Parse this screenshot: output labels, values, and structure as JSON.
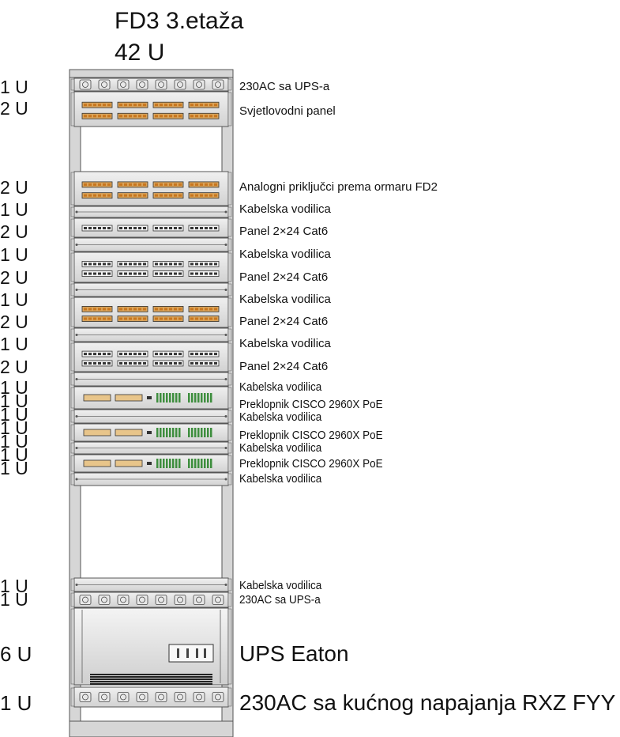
{
  "header": {
    "title": "FD3 3.etaža",
    "capacity": "42 U"
  },
  "rack_units": [
    {
      "units": "1 U",
      "label": "230AC sa UPS-a",
      "kind": "power-strip"
    },
    {
      "units": "2 U",
      "label": "Svjetlovodni panel",
      "kind": "fiber-panel"
    },
    {
      "units": "2 U",
      "label": "Analogni priključci prema ormaru FD2",
      "kind": "fiber-panel"
    },
    {
      "units": "1 U",
      "label": "Kabelska vodilica",
      "kind": "cable-guide"
    },
    {
      "units": "2 U",
      "label": "Panel 2×24 Cat6",
      "kind": "patch-panel"
    },
    {
      "units": "1 U",
      "label": "Kabelska vodilica",
      "kind": "cable-guide"
    },
    {
      "units": "2 U",
      "label": "Panel 2×24 Cat6",
      "kind": "patch-panel"
    },
    {
      "units": "1 U",
      "label": "Kabelska vodilica",
      "kind": "cable-guide"
    },
    {
      "units": "2 U",
      "label": "Panel 2×24 Cat6",
      "kind": "fiber-panel"
    },
    {
      "units": "1 U",
      "label": "Kabelska vodilica",
      "kind": "cable-guide"
    },
    {
      "units": "2 U",
      "label": "Panel 2×24 Cat6",
      "kind": "patch-panel"
    },
    {
      "units": "1 U",
      "label": "Kabelska vodilica",
      "kind": "cable-guide"
    },
    {
      "units": "1 U",
      "label": "Preklopnik CISCO 2960X PoE",
      "kind": "switch"
    },
    {
      "units": "1 U",
      "label": "Kabelska vodilica",
      "kind": "cable-guide"
    },
    {
      "units": "1 U",
      "label": "Preklopnik CISCO 2960X PoE",
      "kind": "switch"
    },
    {
      "units": "1 U",
      "label": "Kabelska vodilica",
      "kind": "cable-guide"
    },
    {
      "units": "1 U",
      "label": "Preklopnik CISCO 2960X PoE",
      "kind": "switch"
    },
    {
      "units": "1 U",
      "label": "Kabelska vodilica",
      "kind": "cable-guide"
    },
    {
      "units": "1 U",
      "label": "Kabelska vodilica",
      "kind": "cable-guide"
    },
    {
      "units": "1 U",
      "label": "230AC sa UPS-a",
      "kind": "power-strip"
    },
    {
      "units": "6 U",
      "label": "UPS Eaton",
      "kind": "ups"
    },
    {
      "units": "1 U",
      "label": "230AC sa kućnog napajanja RXZ FYY",
      "kind": "power-strip"
    }
  ],
  "colors": {
    "frame": "#d6d6d6",
    "outline": "#555555",
    "port_orange": "#c8761e",
    "port_green": "#3e8e3e"
  }
}
